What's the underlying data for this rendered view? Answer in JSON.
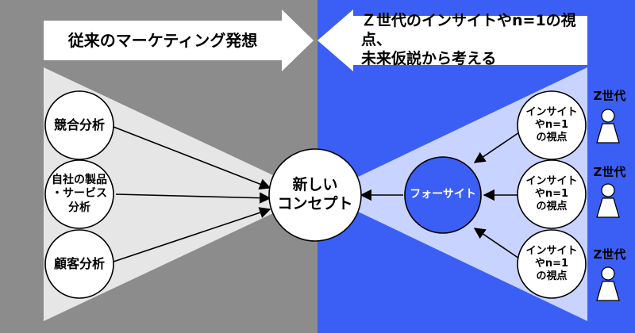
{
  "banners": {
    "left": "従来のマーケティング発想",
    "right": "Ｚ世代のインサイトやn=1の視点、\n未来仮説から考える"
  },
  "left_nodes": [
    {
      "label": "競合分析"
    },
    {
      "label": "自社の製品\n・サービス\n分析"
    },
    {
      "label": "顧客分析"
    }
  ],
  "center_node": {
    "label": "新しい\nコンセプト"
  },
  "foresight_node": {
    "label": "フォーサイト"
  },
  "insight_nodes": [
    {
      "label": "インサイト\nやn=1\nの視点"
    },
    {
      "label": "インサイト\nやn=1\nの視点"
    },
    {
      "label": "インサイト\nやn=1\nの視点"
    }
  ],
  "generations": [
    {
      "label": "Z世代"
    },
    {
      "label": "Z世代"
    },
    {
      "label": "Z世代"
    }
  ],
  "colors": {
    "left_bg": "#8c8c8c",
    "right_bg": "#3b5ff5",
    "left_funnel": "#e6e6e6",
    "right_funnel": "#c9d3ff",
    "foresight_fill": "#3b5ff5",
    "arrow_banner": "#ffffff"
  }
}
